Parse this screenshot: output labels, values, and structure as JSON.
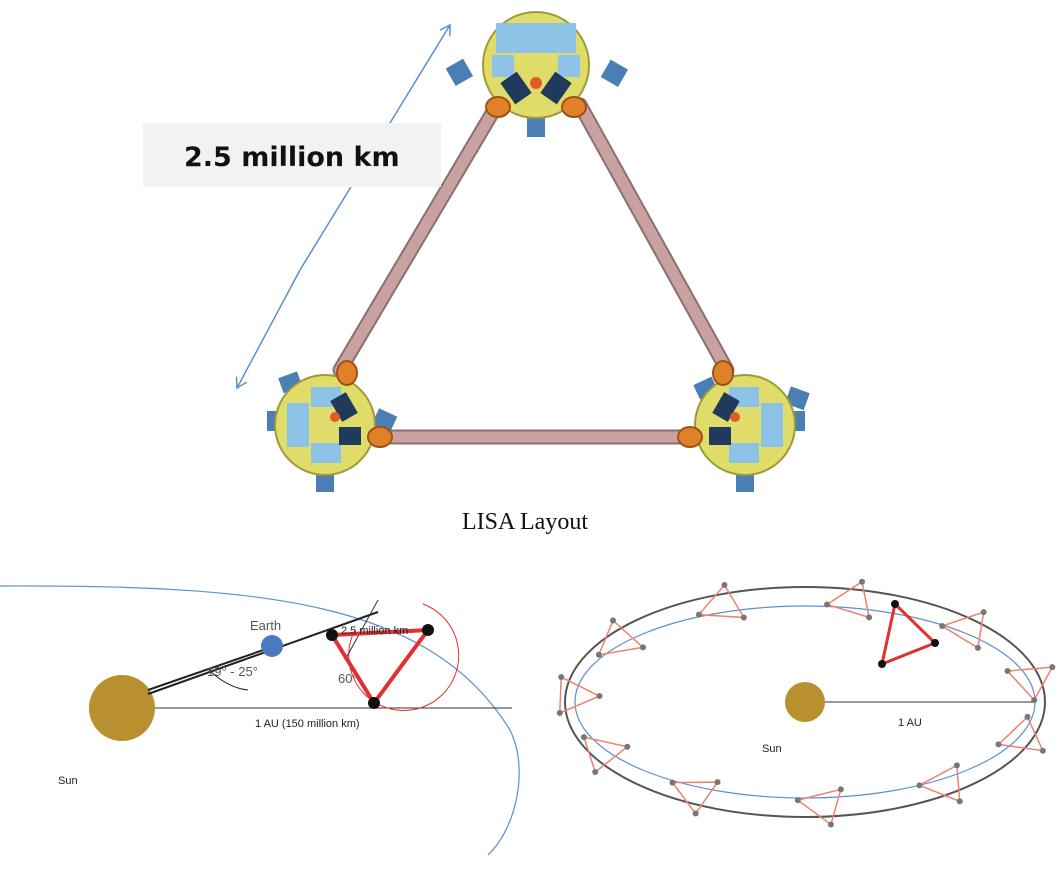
{
  "top_diagram": {
    "distance_label": "2.5 million km",
    "caption": "LISA Layout"
  },
  "orbit_diagram": {
    "earth_label": "Earth",
    "arm_label": "2.5 million km",
    "trailing_angle": "19° - 25°",
    "tilt_angle": "60°",
    "distance_label": "1 AU (150 million km)",
    "sun_label": "Sun"
  },
  "annual_orbit_diagram": {
    "sun_label": "Sun",
    "distance_label": "1 AU"
  },
  "colors": {
    "arm": "#c9a1a1",
    "spacecraft_body": "#e0dc6a",
    "thruster": "#e0812a",
    "panel": "#4a7fb5",
    "sun": "#b8902f",
    "earth": "#4b79c0",
    "orbit": "#5b8fd0",
    "triangle": "#e03030"
  }
}
